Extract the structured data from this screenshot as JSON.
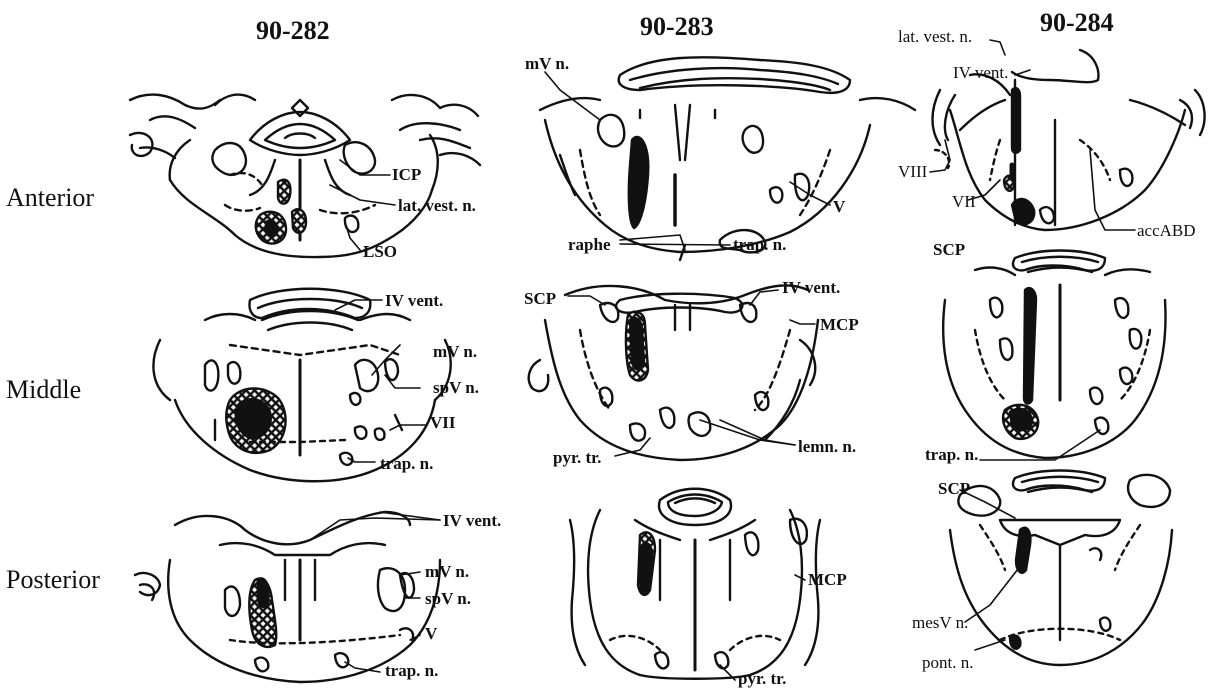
{
  "columns": [
    "90-282",
    "90-283",
    "90-284"
  ],
  "rows": [
    "Anterior",
    "Middle",
    "Posterior"
  ],
  "labels": {
    "a1": [
      "ICP",
      "lat. vest. n.",
      "LSO"
    ],
    "a2": [
      "mV n.",
      "V",
      "raphe",
      "trap. n."
    ],
    "a3": [
      "lat. vest. n.",
      "IV vent.",
      "VIII",
      "VII",
      "accABD"
    ],
    "m1": [
      "IV vent.",
      "mV n.",
      "spV n.",
      "VII",
      "trap. n."
    ],
    "m2": [
      "SCP",
      "IV vent.",
      "MCP",
      "lemn. n.",
      "pyr. tr."
    ],
    "m3": [
      "SCP",
      "trap. n."
    ],
    "p1": [
      "IV vent.",
      "mV n.",
      "spV n.",
      "V",
      "trap. n."
    ],
    "p2": [
      "MCP",
      "pyr. tr."
    ],
    "p3": [
      "SCP",
      "mesV n.",
      "pont. n."
    ]
  }
}
